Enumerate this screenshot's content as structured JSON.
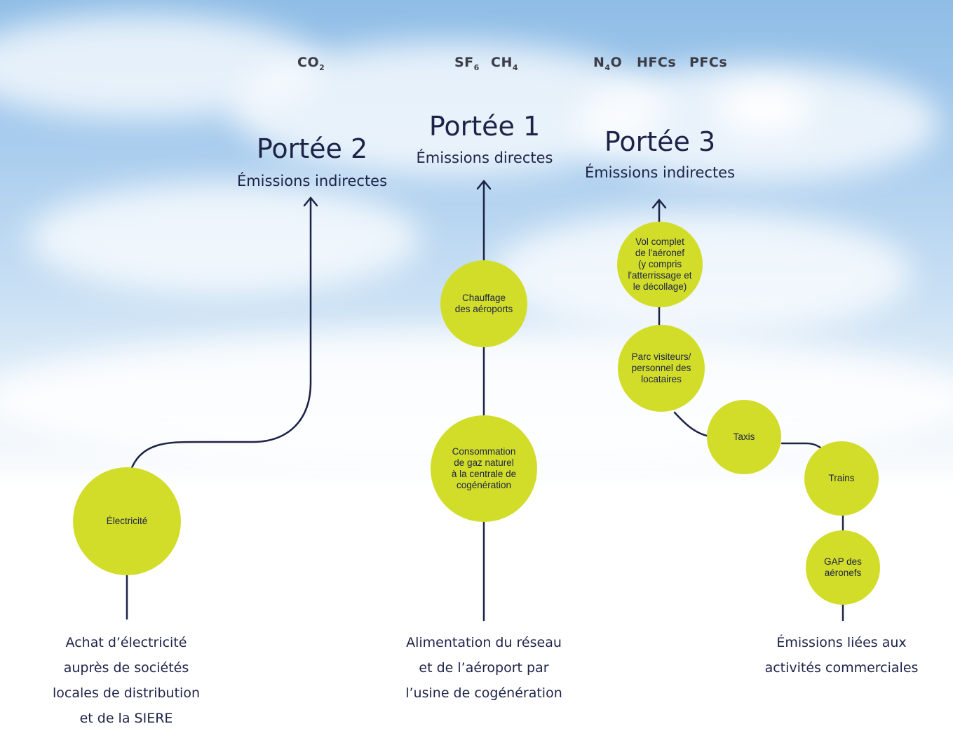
{
  "gases": {
    "co2": {
      "base": "CO",
      "sub": "2"
    },
    "sf6": {
      "base": "SF",
      "sub": "6"
    },
    "ch4": {
      "base": "CH",
      "sub": "4"
    },
    "n2o": {
      "base": "N",
      "sub": "4",
      "tail": "O"
    },
    "hfcs": "HFCs",
    "pfcs": "PFCs"
  },
  "scopes": [
    {
      "title": "Portée 2",
      "subtitle": "Émissions indirectes"
    },
    {
      "title": "Portée 1",
      "subtitle": "Émissions directes"
    },
    {
      "title": "Portée 3",
      "subtitle": "Émissions indirectes"
    }
  ],
  "nodes": {
    "electricite": "Électricité",
    "chauffage": "Chauffage\ndes aéroports",
    "consommation": "Consommation\nde gaz naturel\nà la centrale de\ncogénération",
    "vol": "Vol complet\nde l'aéronef\n(y compris\nl'atterrissage et\nle décollage)",
    "parc": "Parc visiteurs/\npersonnel des\nlocataires",
    "taxis": "Taxis",
    "trains": "Trains",
    "gap": "GAP des\naéronefs"
  },
  "bottom_labels": {
    "scope2": "Achat d’électricité\nauprès de sociétés\nlocales de distribution\net de la SIERE",
    "scope1": "Alimentation du réseau\net de l’aéroport par\nl’usine de cogénération",
    "scope3": "Émissions liées aux\nactivités commerciales"
  },
  "colors": {
    "node_fill": "#d2dd2a",
    "line": "#1d2347",
    "text": "#1d2347"
  }
}
